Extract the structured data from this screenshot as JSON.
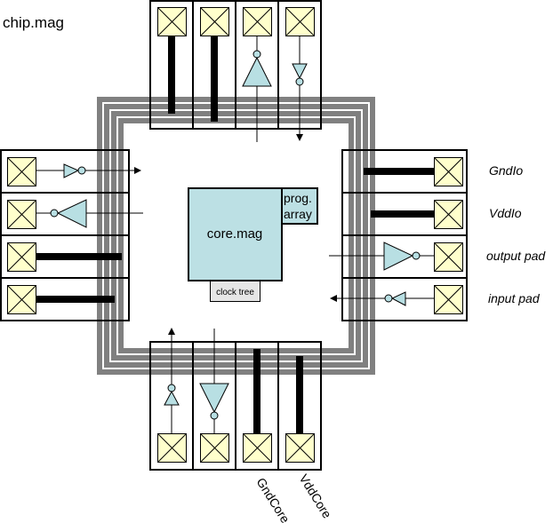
{
  "title": "chip.mag",
  "core": {
    "label": "core.mag"
  },
  "prog_array": {
    "line1": "prog.",
    "line2": "array"
  },
  "clock_tree": {
    "label": "clock tree"
  },
  "colors": {
    "pad_fill": "#FFFFCC",
    "buffer_fill": "#B8DFE3",
    "core_fill": "#BCE0E4",
    "clock_fill": "#E6E6E6",
    "ring": "#808080",
    "wire": "#000000"
  },
  "pads": {
    "top": [
      {
        "type": "power"
      },
      {
        "type": "power"
      },
      {
        "type": "input"
      },
      {
        "type": "output"
      }
    ],
    "left": [
      {
        "type": "output"
      },
      {
        "type": "input"
      },
      {
        "type": "power"
      },
      {
        "type": "power"
      }
    ],
    "right": [
      {
        "type": "power",
        "label": "GndIo"
      },
      {
        "type": "power",
        "label": "VddIo"
      },
      {
        "type": "output",
        "label": "output pad"
      },
      {
        "type": "input",
        "label": "input pad"
      }
    ],
    "bottom": [
      {
        "type": "output"
      },
      {
        "type": "input"
      },
      {
        "type": "power",
        "label": "GndCore"
      },
      {
        "type": "power",
        "label": "VddCore"
      }
    ]
  }
}
